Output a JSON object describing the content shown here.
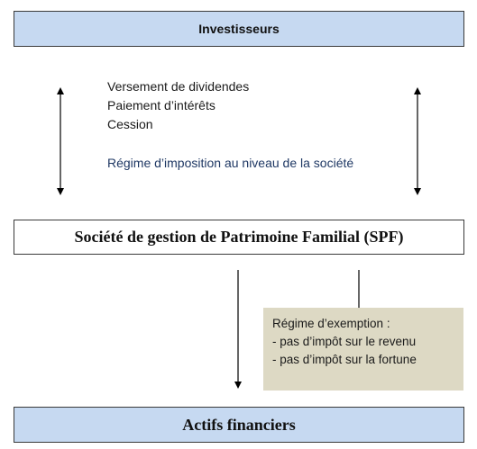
{
  "investors": {
    "label": "Investisseurs"
  },
  "flows": {
    "items": [
      "Versement de dividendes",
      "Paiement d’intérêts",
      "Cession"
    ],
    "tax_note": "Régime d’imposition au niveau de la société"
  },
  "spf": {
    "label": "Société de gestion de Patrimoine Familial (SPF)"
  },
  "exemption": {
    "title": "Régime d’exemption :",
    "items": [
      "- pas d’impôt sur le revenu",
      "- pas d’impôt sur la fortune"
    ]
  },
  "assets": {
    "label": "Actifs financiers"
  },
  "colors": {
    "box_blue": "#c6d9f1",
    "exemption_bg": "#ddd9c4",
    "tax_note_text": "#1f3864"
  }
}
